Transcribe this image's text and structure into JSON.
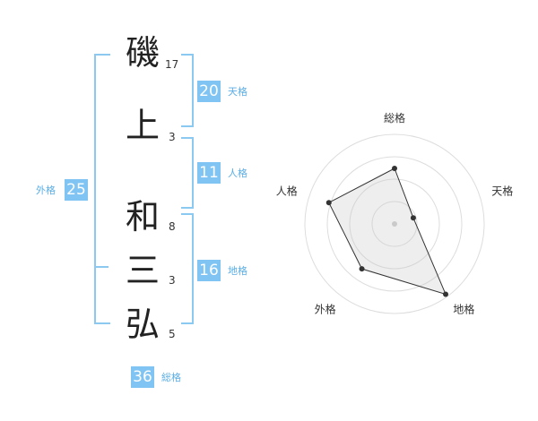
{
  "name_chars": [
    {
      "char": "磯",
      "strokes": "17"
    },
    {
      "char": "上",
      "strokes": "3"
    },
    {
      "char": "和",
      "strokes": "8"
    },
    {
      "char": "三",
      "strokes": "3"
    },
    {
      "char": "弘",
      "strokes": "5"
    }
  ],
  "kakusu": {
    "tenkaku": {
      "value": "20",
      "label": "天格"
    },
    "jinkaku": {
      "value": "11",
      "label": "人格"
    },
    "chikaku": {
      "value": "16",
      "label": "地格"
    },
    "gaikaku": {
      "value": "25",
      "label": "外格"
    },
    "soukaku": {
      "value": "36",
      "label": "総格"
    }
  },
  "accent_color": "#7fc4f2",
  "chart_data": {
    "type": "radar",
    "axes": [
      "総格",
      "天格",
      "地格",
      "外格",
      "人格"
    ],
    "values": [
      0.62,
      0.22,
      0.97,
      0.62,
      0.77
    ],
    "rmax": 1,
    "rings": 4,
    "grid": true
  }
}
